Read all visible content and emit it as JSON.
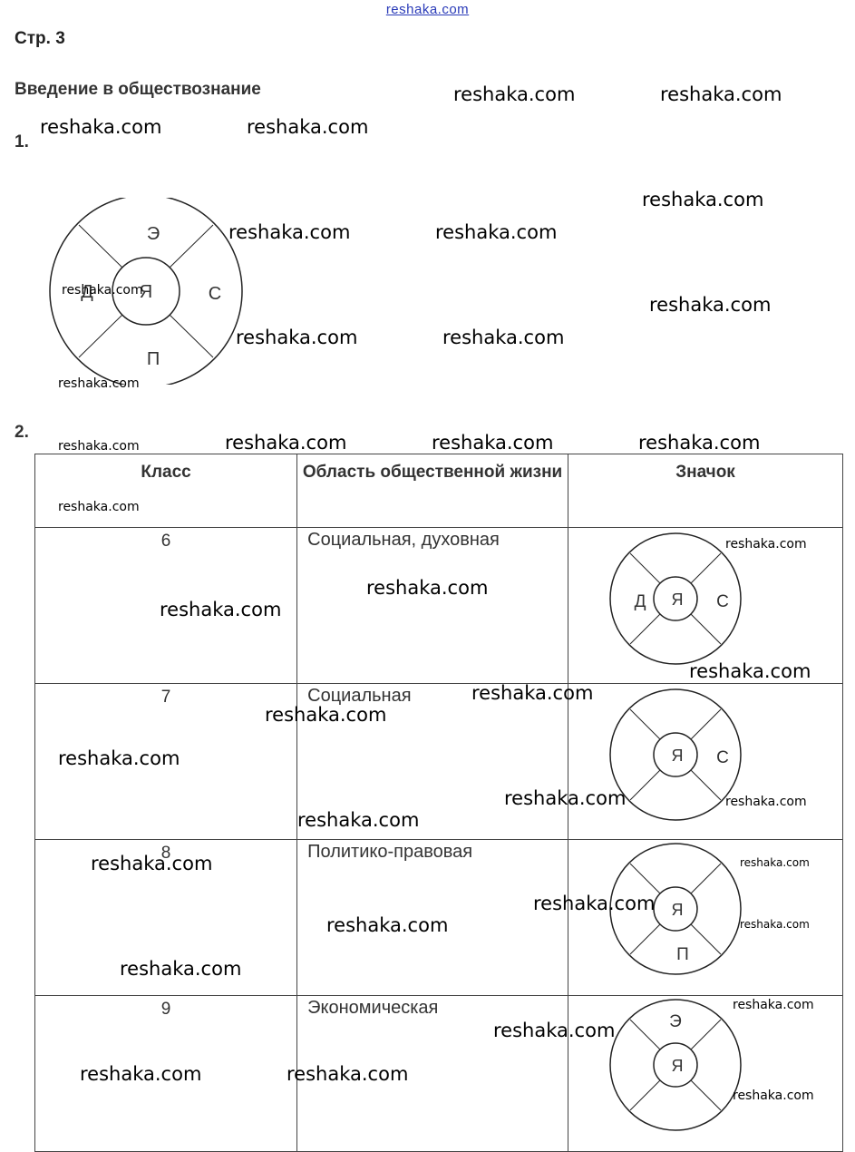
{
  "header": {
    "site_link": "reshaka.com",
    "page": "Стр. 3"
  },
  "section_title": "Введение в обществознание",
  "q1": {
    "number": "1.",
    "diagram": {
      "center": "Я",
      "top": "Э",
      "left": "Д",
      "right": "С",
      "bottom": "П"
    }
  },
  "q2": {
    "number": "2.",
    "table": {
      "headers": {
        "class": "Класс",
        "area": "Область общественной жизни",
        "badge": "Значок"
      },
      "rows": [
        {
          "class": "6",
          "area": "Социальная, духовная",
          "badge": {
            "center": "Я",
            "top": "",
            "left": "Д",
            "right": "С",
            "bottom": ""
          }
        },
        {
          "class": "7",
          "area": "Социальная",
          "badge": {
            "center": "Я",
            "top": "",
            "left": "",
            "right": "С",
            "bottom": ""
          }
        },
        {
          "class": "8",
          "area": "Политико-правовая",
          "badge": {
            "center": "Я",
            "top": "",
            "left": "",
            "right": "",
            "bottom": "П"
          }
        },
        {
          "class": "9",
          "area": "Экономическая",
          "badge": {
            "center": "Я",
            "top": "Э",
            "left": "",
            "right": "",
            "bottom": ""
          }
        }
      ]
    }
  },
  "watermark": "reshaka.com"
}
